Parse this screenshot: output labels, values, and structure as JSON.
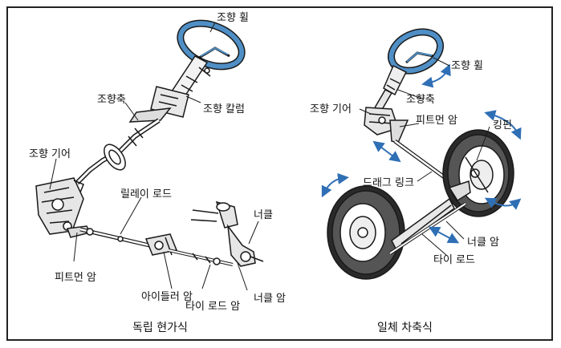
{
  "left": {
    "labels": {
      "steering_wheel": "조향 휠",
      "steering_column": "조향 칼럼",
      "steering_shaft": "조향축",
      "steering_gear": "조향 기어",
      "relay_rod": "릴레이 로드",
      "knuckle": "너클",
      "pitman_arm": "피트먼 암",
      "idler_arm": "아이들러 암",
      "tie_rod_arm": "타이 로드 암",
      "knuckle_arm": "너클 암"
    },
    "caption": "독립 현가식"
  },
  "right": {
    "labels": {
      "steering_wheel": "조향 휠",
      "steering_shaft": "조향축",
      "steering_gear": "조향 기어",
      "pitman_arm": "피트먼 암",
      "kingpin": "킹핀",
      "drag_link": "드래그 링크",
      "knuckle_arm": "너클 암",
      "tie_rod": "타이 로드"
    },
    "caption": "일체 차축식"
  },
  "colors": {
    "wheel_blue": "#4f8fc6",
    "arrow_blue": "#2f6fb5",
    "ink": "#1a1a1a"
  }
}
